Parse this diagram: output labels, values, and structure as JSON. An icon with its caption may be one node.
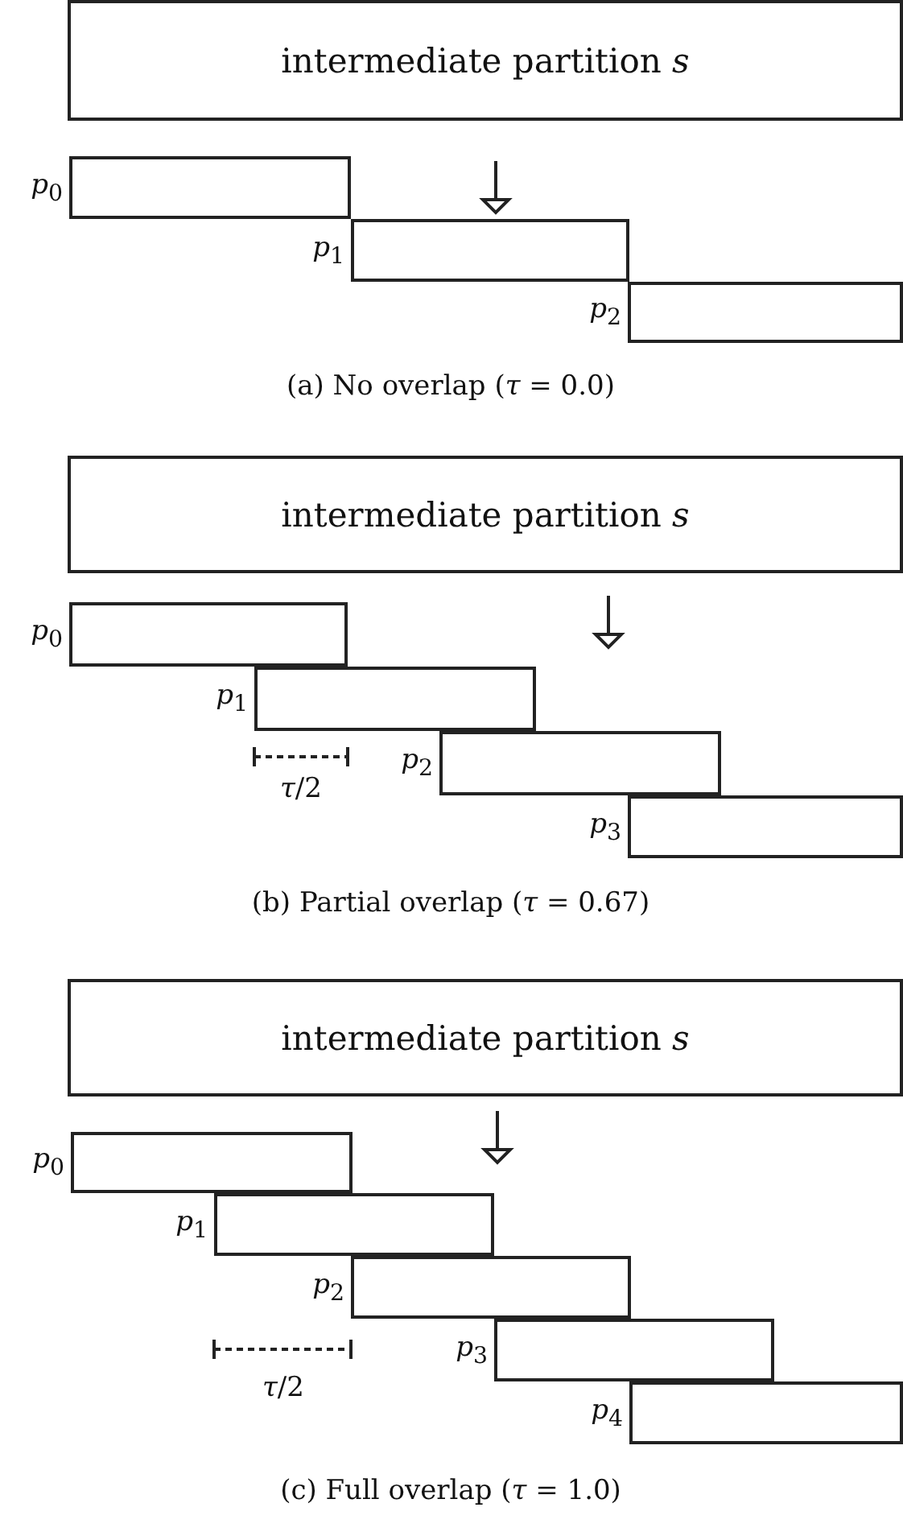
{
  "diagram": {
    "nodes": [
      {
        "text": [
          "intermediate partition *s*"
        ]
      },
      {
        "text": [],
        "shape": "box",
        "beside": [
          "*p*$_{0}$"
        ]
      },
      {
        "text": [],
        "shape": "box",
        "beside": [
          "*p*$_{1}$"
        ]
      },
      {
        "text": [],
        "shape": "box",
        "beside": [
          "*p*$_{2}$"
        ]
      },
      {
        "text": [
          "intermediate partition *s*"
        ]
      },
      {
        "text": [],
        "shape": "box",
        "beside": [
          "*p*$_{0}$"
        ]
      },
      {
        "text": [],
        "shape": "box",
        "beside": [
          "*p*$_{1}$"
        ]
      },
      {
        "text": [],
        "shape": "box",
        "beside": [
          "*p*$_{2}$"
        ]
      },
      {
        "text": [],
        "shape": "box",
        "beside": [
          "*p*$_{3}$"
        ]
      },
      {
        "text": [
          "intermediate partition *s*"
        ]
      },
      {
        "text": [],
        "shape": "box",
        "beside": [
          "*p*$_{0}$"
        ]
      },
      {
        "text": [],
        "shape": "box",
        "beside": [
          "*p*$_{1}$"
        ]
      },
      {
        "text": [],
        "shape": "box",
        "beside": [
          "*p*$_{2}$"
        ]
      },
      {
        "text": [],
        "shape": "box",
        "beside": [
          "*p*$_{3}$"
        ]
      },
      {
        "text": [],
        "shape": "box",
        "beside": [
          "*p*$_{4}$"
        ]
      }
    ],
    "edges": [],
    "labels": [
      "(a) No overlap (*τ* = 0.0)",
      "*τ*/2",
      "(b) Partial overlap (*τ* = 0.67)",
      "*τ*/2",
      "(c) Full overlap (*τ* = 1.0)"
    ]
  }
}
